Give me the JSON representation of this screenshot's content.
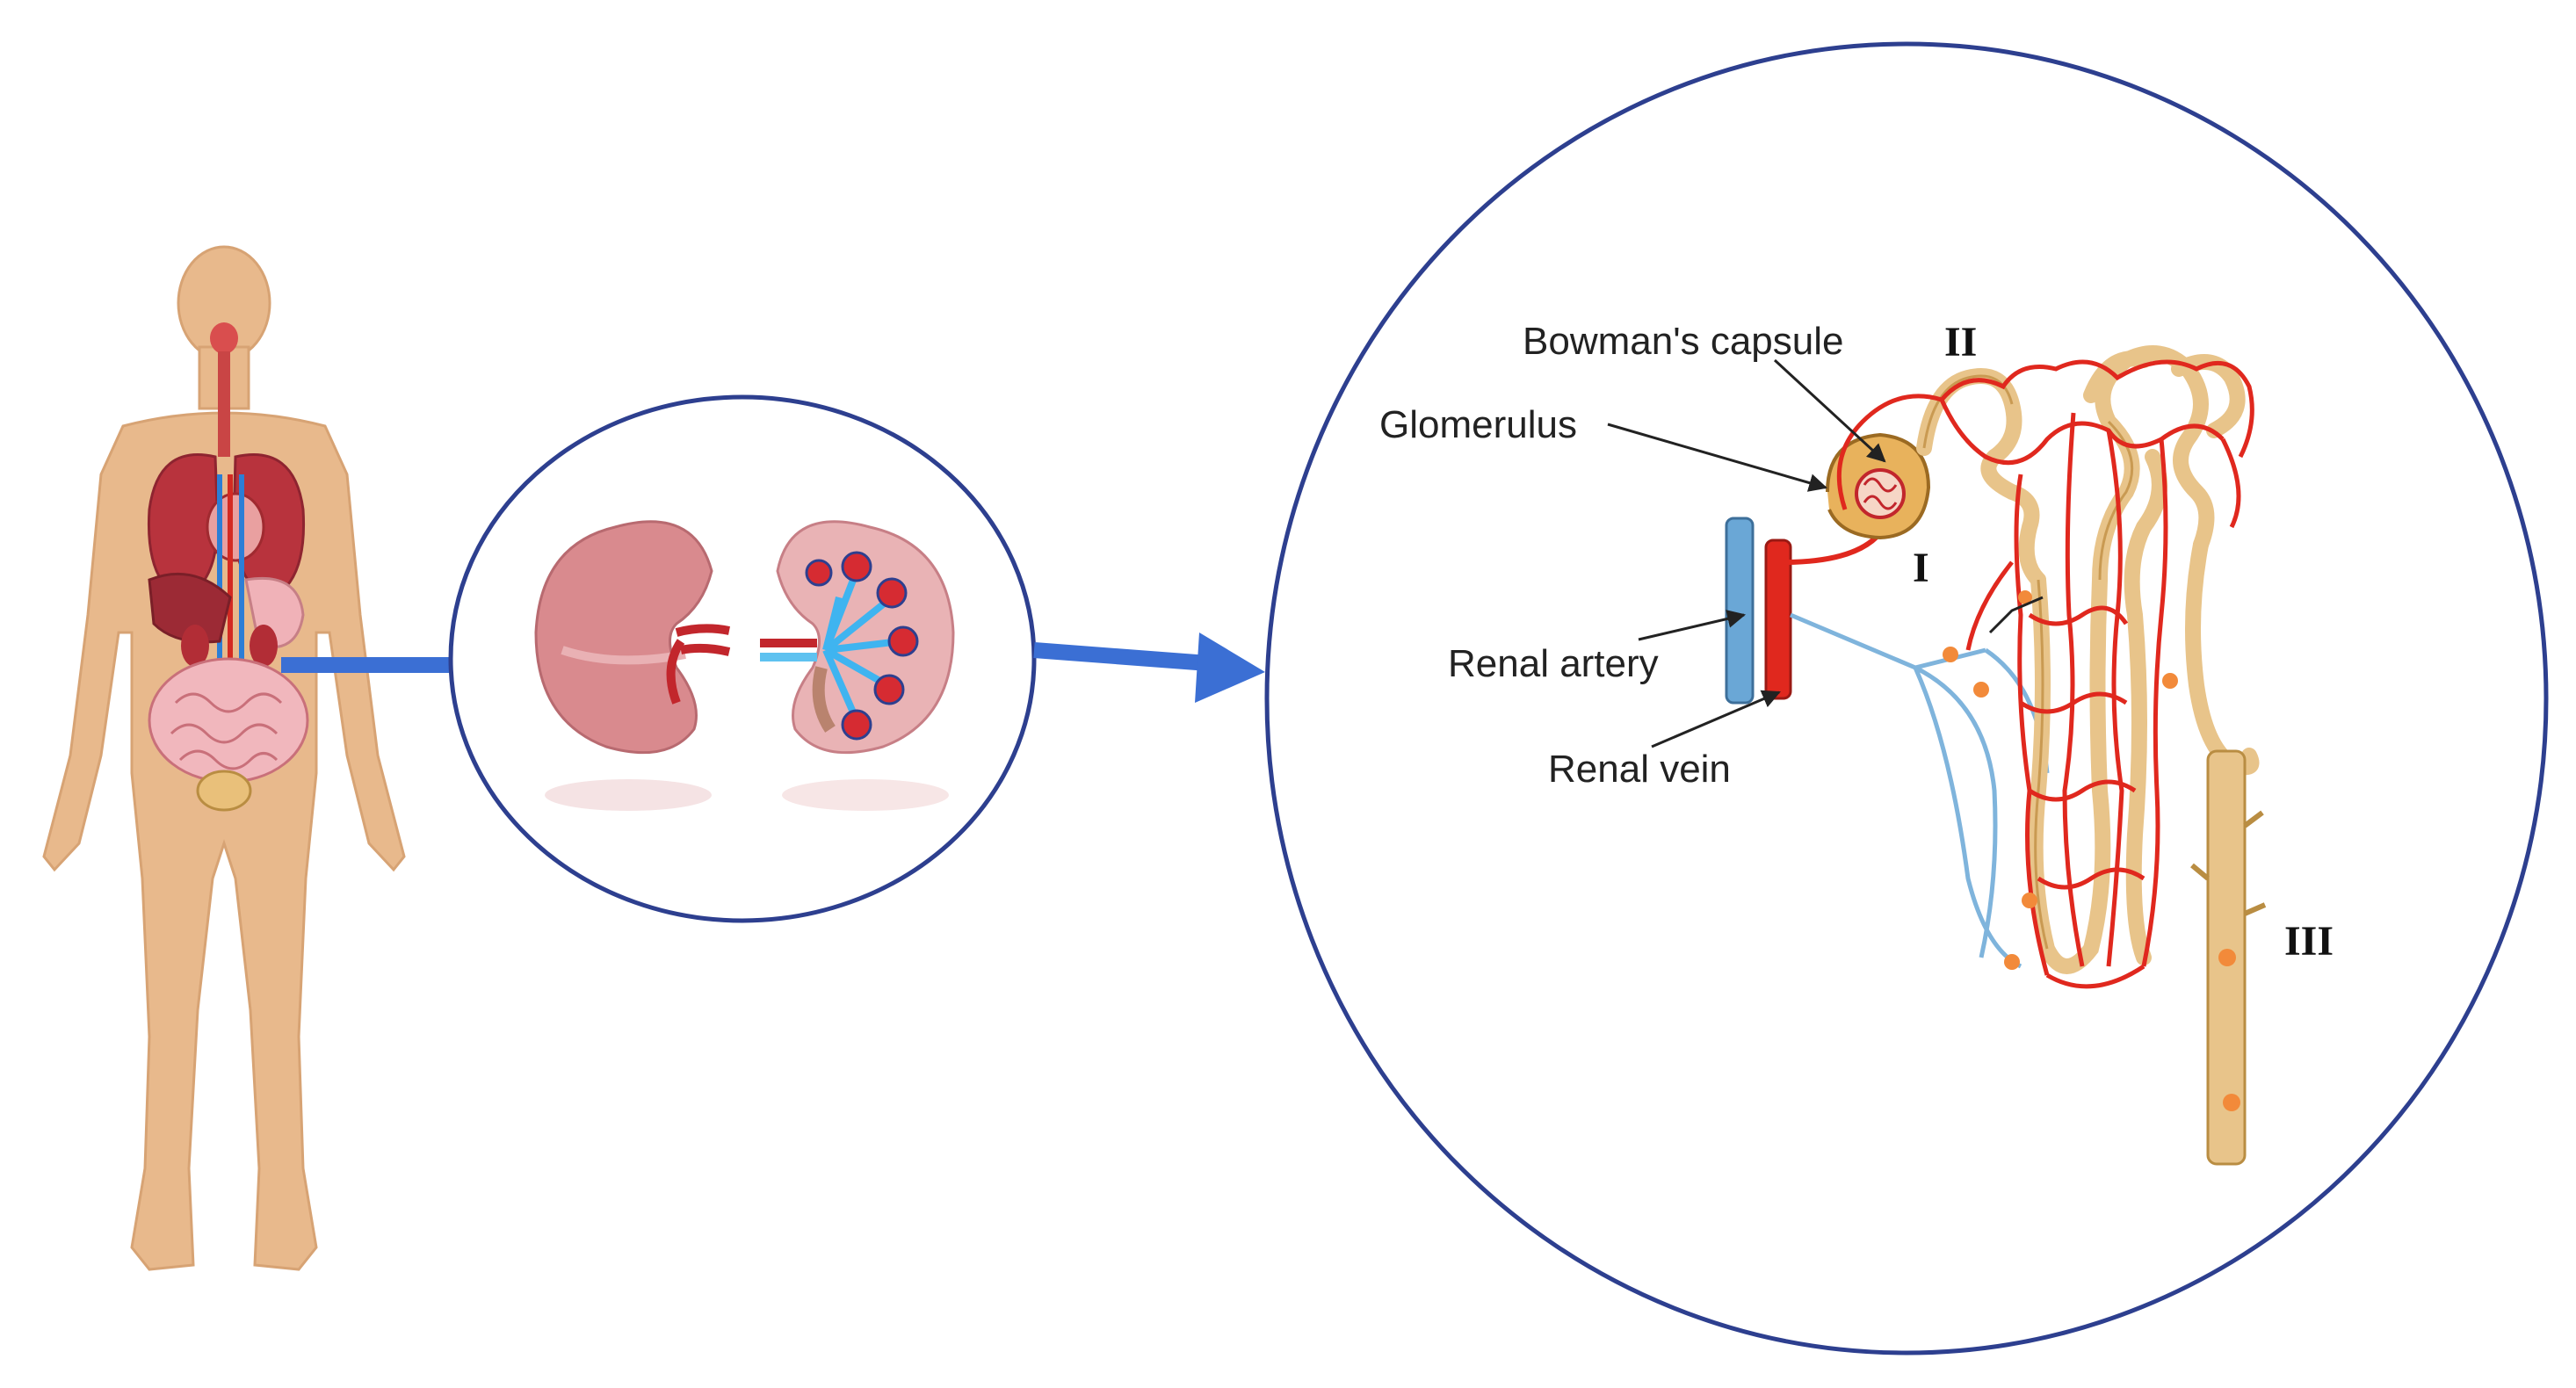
{
  "labels": {
    "bowmans_capsule": "Bowman's capsule",
    "glomerulus": "Glomerulus",
    "renal_artery": "Renal artery",
    "renal_vein": "Renal vein",
    "roman_1": "I",
    "roman_2": "II",
    "roman_3": "III"
  },
  "colors": {
    "circle_outline": "#2d3f8f",
    "arrow": "#3b6fd4",
    "skin": "#e8b98c",
    "vessel_red": "#e0281e",
    "vessel_blue": "#6aa7d6",
    "tubule": "#e8c48a",
    "kidney": "#d98a8e"
  },
  "icons": {
    "body": "human-body-icon",
    "kidney_outer": "kidney-icon",
    "kidney_section": "kidney-cross-section-icon",
    "nephron": "nephron-icon"
  }
}
